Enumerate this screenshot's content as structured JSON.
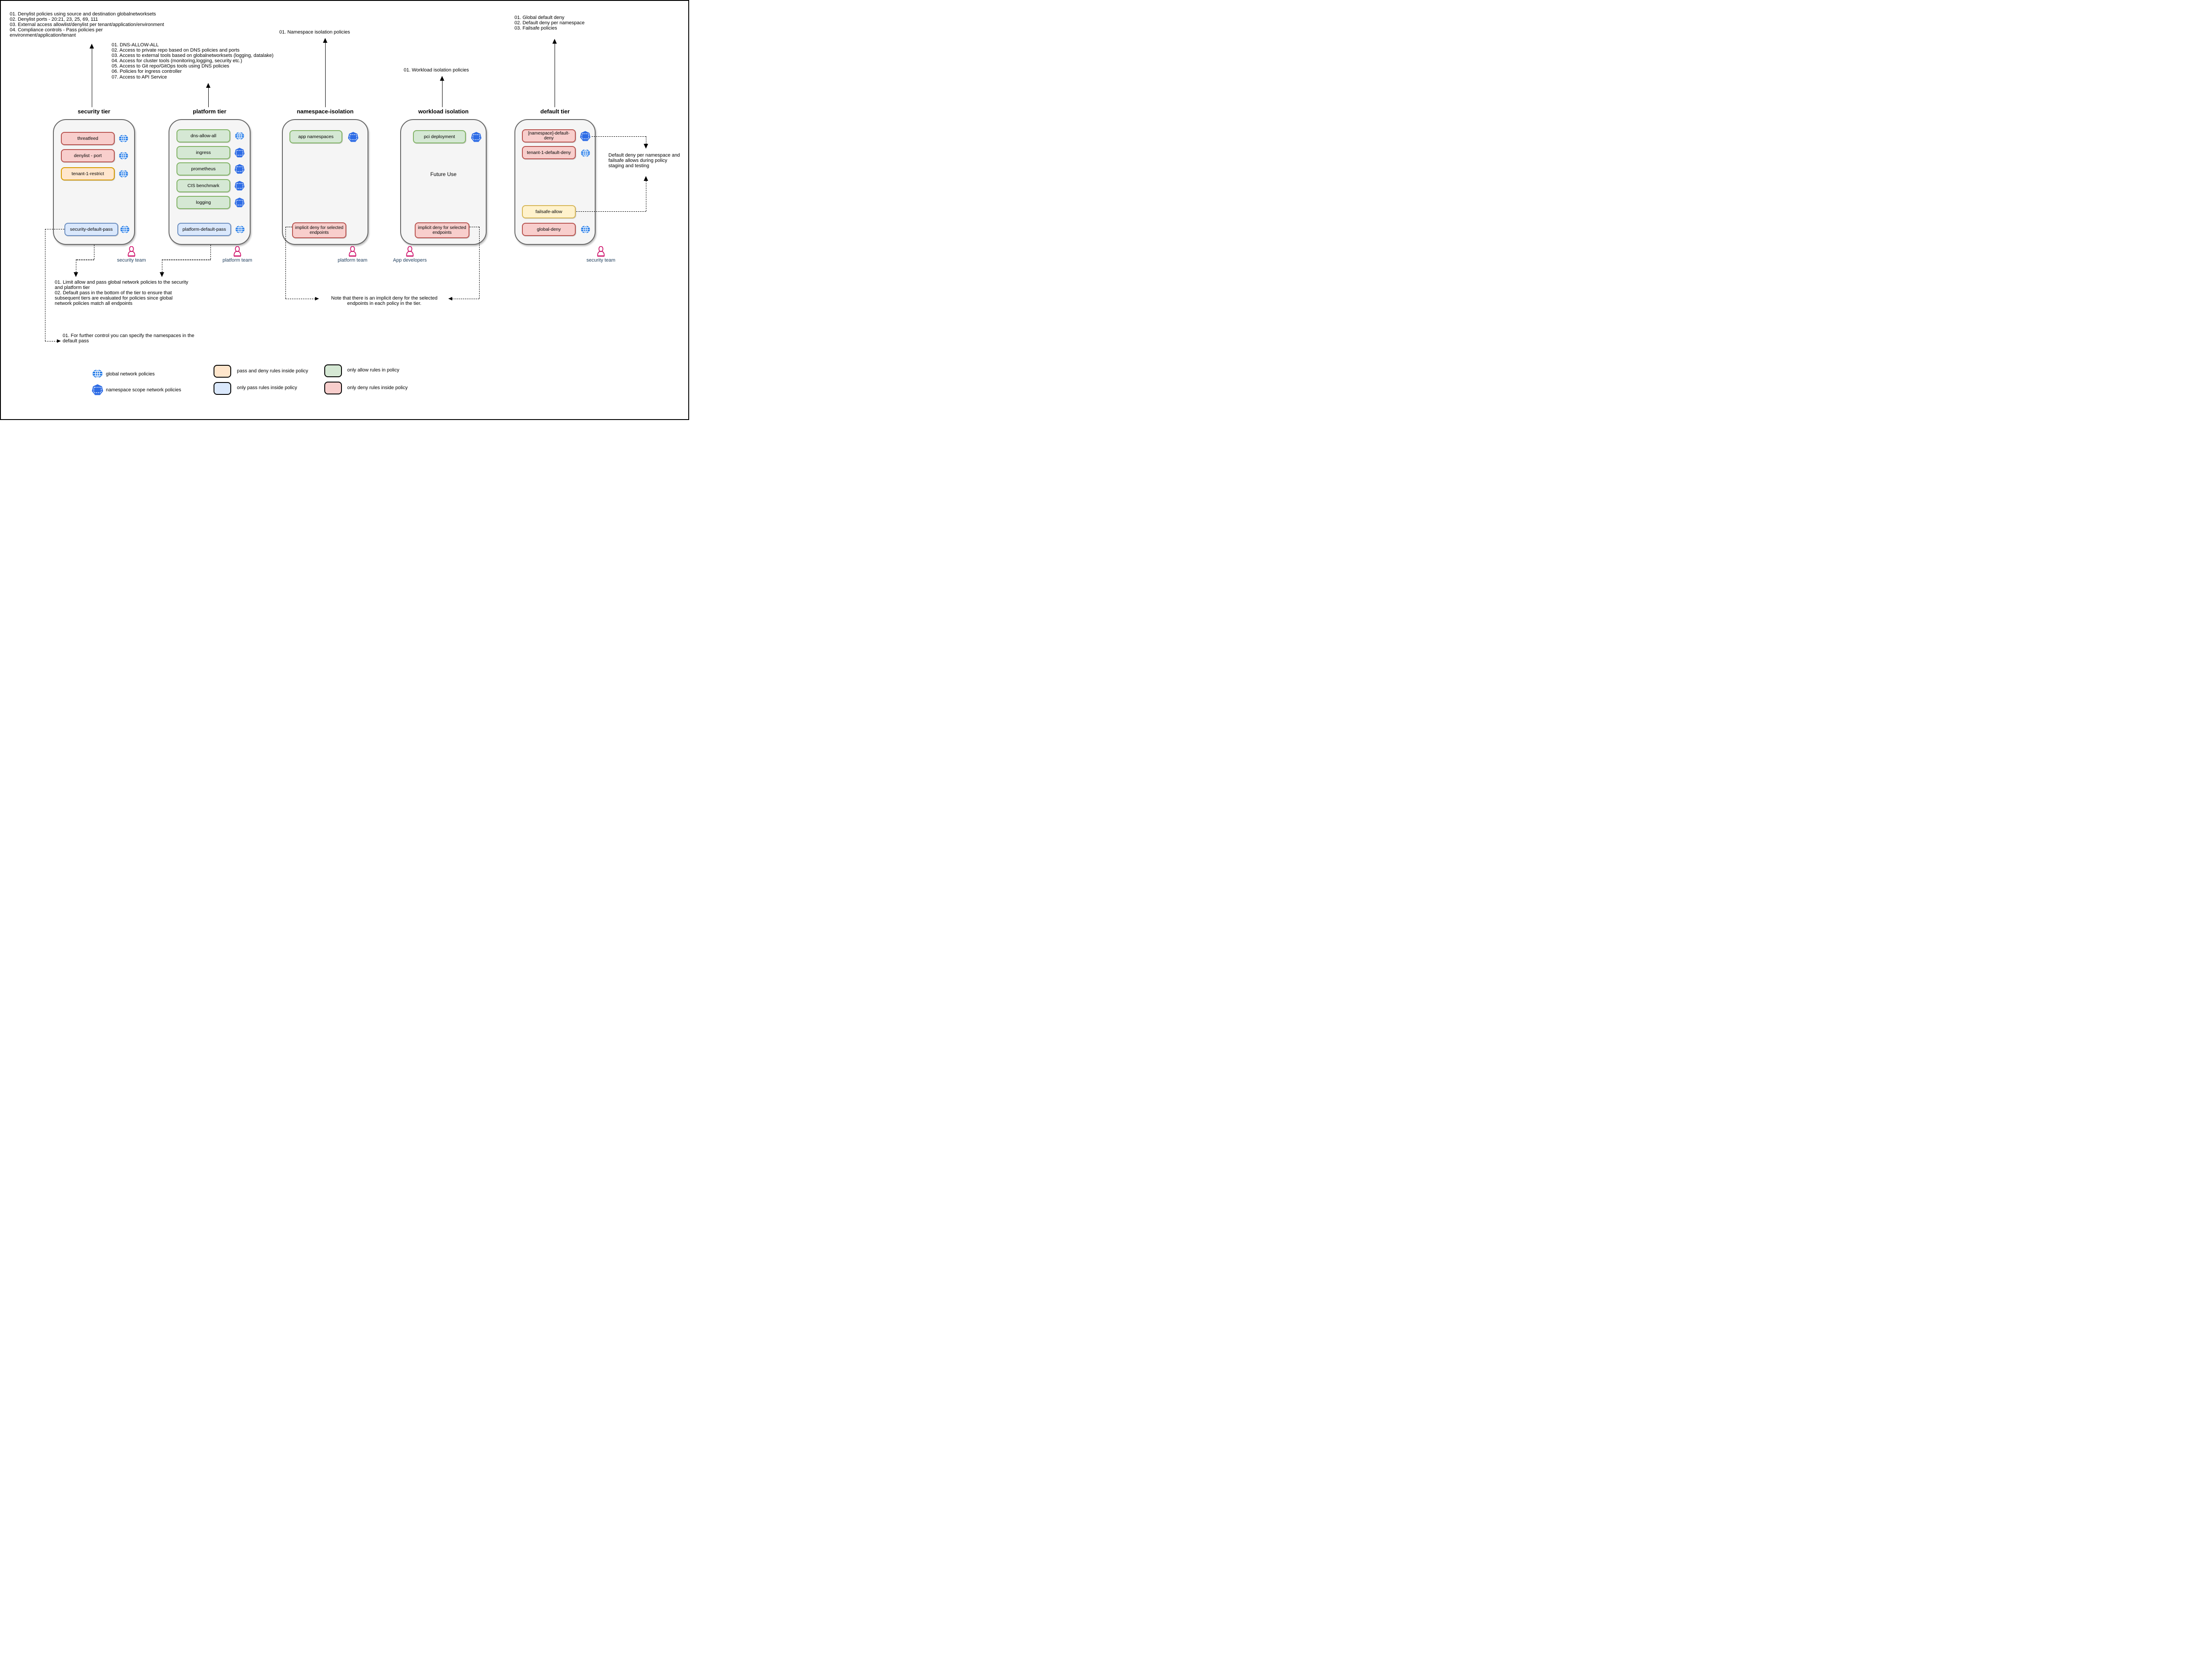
{
  "notes": {
    "security_top": "01. Denylist policies using source and destination globalnetworksets\n02. Denylist ports - 20:21, 23, 25, 69, 111\n03. External access allowlist/denylist per tenant/application/environment\n04. Compliance controls - Pass policies per\nenvironment/application/tenant",
    "platform_top": "01. DNS-ALLOW-ALL\n02. Access to private repo based on DNS policies and ports\n03. Access to external tools based on globalnetworksets (logging, datalake)\n04. Access for cluster tools (monitoring,logging, security etc.)\n05. Access to Git repo/GitOps tools using DNS policies\n06. Policies for ingress controller\n07. Access to API Service",
    "namespace_top": "01. Namespace isolation policies",
    "workload_top": "01. Workload isolation policies",
    "default_top": "01. Global default deny\n02. Default deny per namespace\n03. Failsafe policies",
    "limit_allow_pass": "01. Limit allow and pass global network policies to the security\nand platform tier\n02. Default pass in the bottom of the tier to ensure that\nsubsequent tiers are evaluated for policies since global\nnetwork policies match all endpoints",
    "further_control": "01. For further control you can specify the namespaces in the\ndefault pass",
    "implicit_deny_note": "Note that there is an implicit deny for the selected\nendpoints in each policy in the tier.",
    "default_deny_note": "Default deny per namespace and\nfailsafe allows during policy\nstaging and testing"
  },
  "tiers": {
    "security": {
      "title": "security tier",
      "team": "security team",
      "policies": [
        {
          "label": "threatfeed",
          "rule_type": "only deny",
          "scope": "global"
        },
        {
          "label": "denylist - port",
          "rule_type": "only deny",
          "scope": "global"
        },
        {
          "label": "tenant-1-restrict",
          "rule_type": "pass and deny",
          "scope": "global"
        },
        {
          "label": "security-default-pass",
          "rule_type": "only pass",
          "scope": "global"
        }
      ]
    },
    "platform": {
      "title": "platform tier",
      "team": "platform team",
      "policies": [
        {
          "label": "dns-allow-all",
          "rule_type": "only allow",
          "scope": "global"
        },
        {
          "label": "ingress",
          "rule_type": "only allow",
          "scope": "namespace"
        },
        {
          "label": "prometheus",
          "rule_type": "only allow",
          "scope": "namespace"
        },
        {
          "label": "CIS benchmark",
          "rule_type": "only allow",
          "scope": "namespace"
        },
        {
          "label": "logging",
          "rule_type": "only allow",
          "scope": "namespace"
        },
        {
          "label": "platform-default-pass",
          "rule_type": "only pass",
          "scope": "global"
        }
      ]
    },
    "namespace_isolation": {
      "title": "namespace-isolation",
      "team": "platform team",
      "policies": [
        {
          "label": "app namespaces",
          "rule_type": "only allow",
          "scope": "namespace"
        },
        {
          "label": "implicit deny for selected endpoints",
          "rule_type": "only deny"
        }
      ]
    },
    "workload_isolation": {
      "title": "workload isolation",
      "team": "App developers",
      "center_label": "Future Use",
      "policies": [
        {
          "label": "pci deployment",
          "rule_type": "only allow",
          "scope": "namespace"
        },
        {
          "label": "implicit deny for selected endpoints",
          "rule_type": "only deny"
        }
      ]
    },
    "default": {
      "title": "default tier",
      "team": "security team",
      "policies": [
        {
          "label": "[namespace]-default-deny",
          "rule_type": "only deny",
          "scope": "namespace"
        },
        {
          "label": "tenant-1-default-deny",
          "rule_type": "only deny",
          "scope": "global"
        },
        {
          "label": "failsafe-allow",
          "rule_type": "pass and deny"
        },
        {
          "label": "global-deny",
          "rule_type": "only deny",
          "scope": "global"
        }
      ]
    }
  },
  "legend": {
    "items": [
      {
        "icon": "globe-icon",
        "label": "global network policies"
      },
      {
        "icon": "namespace-icon",
        "label": "namespace scope network policies"
      },
      {
        "swatch": "orange",
        "label": "pass and deny rules inside policy"
      },
      {
        "swatch": "blue",
        "label": "only pass rules inside policy"
      },
      {
        "swatch": "green",
        "label": "only allow rules in policy"
      },
      {
        "swatch": "red",
        "label": "only deny rules inside policy"
      }
    ]
  },
  "colors": {
    "deny_fill": "#f8cecc",
    "deny_border": "#b85450",
    "allow_fill": "#d5e8d4",
    "allow_border": "#82b366",
    "pass_fill": "#dae8fc",
    "pass_border": "#6c8ebf",
    "pass_deny_fill": "#ffe6cc",
    "pass_deny_border": "#d79b00",
    "failsafe_fill": "#fff2cc",
    "failsafe_border": "#d6b656",
    "tier_fill": "#f5f5f5",
    "tier_border": "#666666",
    "globe_blue": "#1673e6",
    "namespace_blue": "#2e6ce5",
    "person_pink": "#ce0f69",
    "team_text": "#22405e"
  }
}
